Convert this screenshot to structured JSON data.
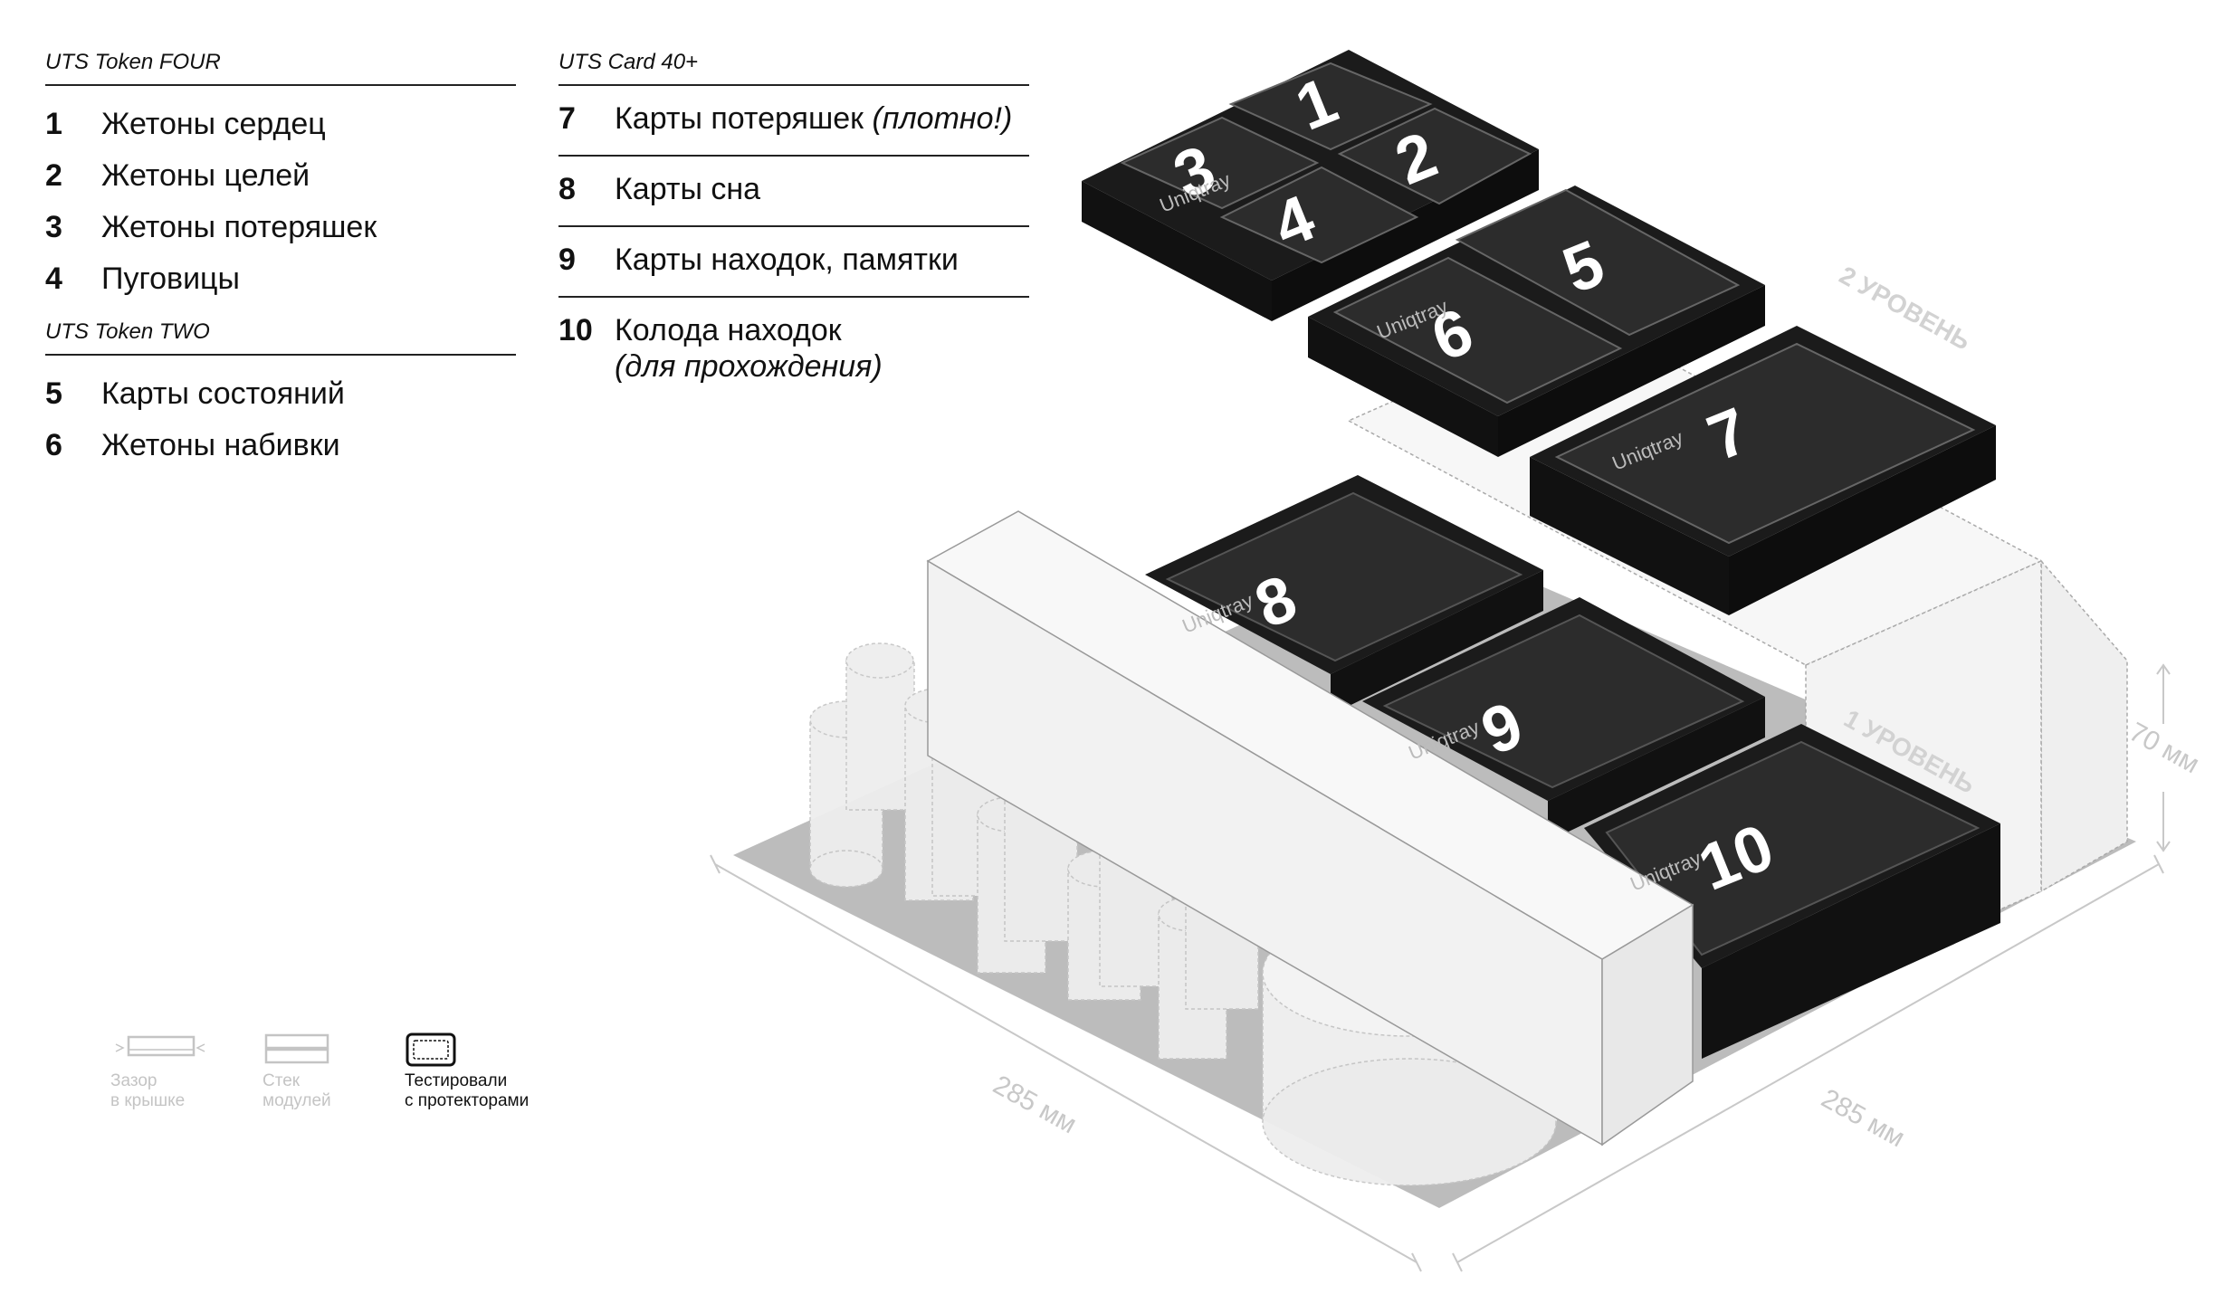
{
  "groups": {
    "four": {
      "title": "UTS Token FOUR",
      "items": [
        {
          "num": "1",
          "label": "Жетоны сердец"
        },
        {
          "num": "2",
          "label": "Жетоны целей"
        },
        {
          "num": "3",
          "label": "Жетоны потеряшек"
        },
        {
          "num": "4",
          "label": "Пуговицы"
        }
      ]
    },
    "two": {
      "title": "UTS Token TWO",
      "items": [
        {
          "num": "5",
          "label": "Карты состояний"
        },
        {
          "num": "6",
          "label": "Жетоны набивки"
        }
      ]
    },
    "card": {
      "title": "UTS Card 40+",
      "items": [
        {
          "num": "7",
          "label": "Карты потеряшек ",
          "note": "(плотно!)"
        },
        {
          "num": "8",
          "label": "Карты сна"
        },
        {
          "num": "9",
          "label": "Карты находок, памятки"
        },
        {
          "num": "10",
          "label": "Колода находок",
          "sub": "(для прохождения)"
        }
      ]
    }
  },
  "legend": {
    "gap": {
      "line1": "Зазор",
      "line2": "в крышке"
    },
    "stack": {
      "line1": "Стек",
      "line2": "модулей"
    },
    "tested": {
      "line1": "Тестировали",
      "line2": "с протекторами"
    }
  },
  "scene": {
    "dim_left": "285 мм",
    "dim_right": "285 мм",
    "dim_height": "70 мм",
    "level2": "2 УРОВЕНЬ",
    "level1": "1 УРОВЕНЬ",
    "brand": "Uniqtray",
    "tray_numbers": [
      "1",
      "2",
      "3",
      "4",
      "5",
      "6",
      "7",
      "8",
      "9",
      "10"
    ]
  },
  "colors": {
    "tray": "#1b1b1b",
    "tray_inner": "#2c2c2c",
    "base": "#bcbcbc",
    "ghost": "#f3f3f3",
    "dim_line": "#c8c8c8",
    "legend_dim": "#c4c4c4"
  }
}
